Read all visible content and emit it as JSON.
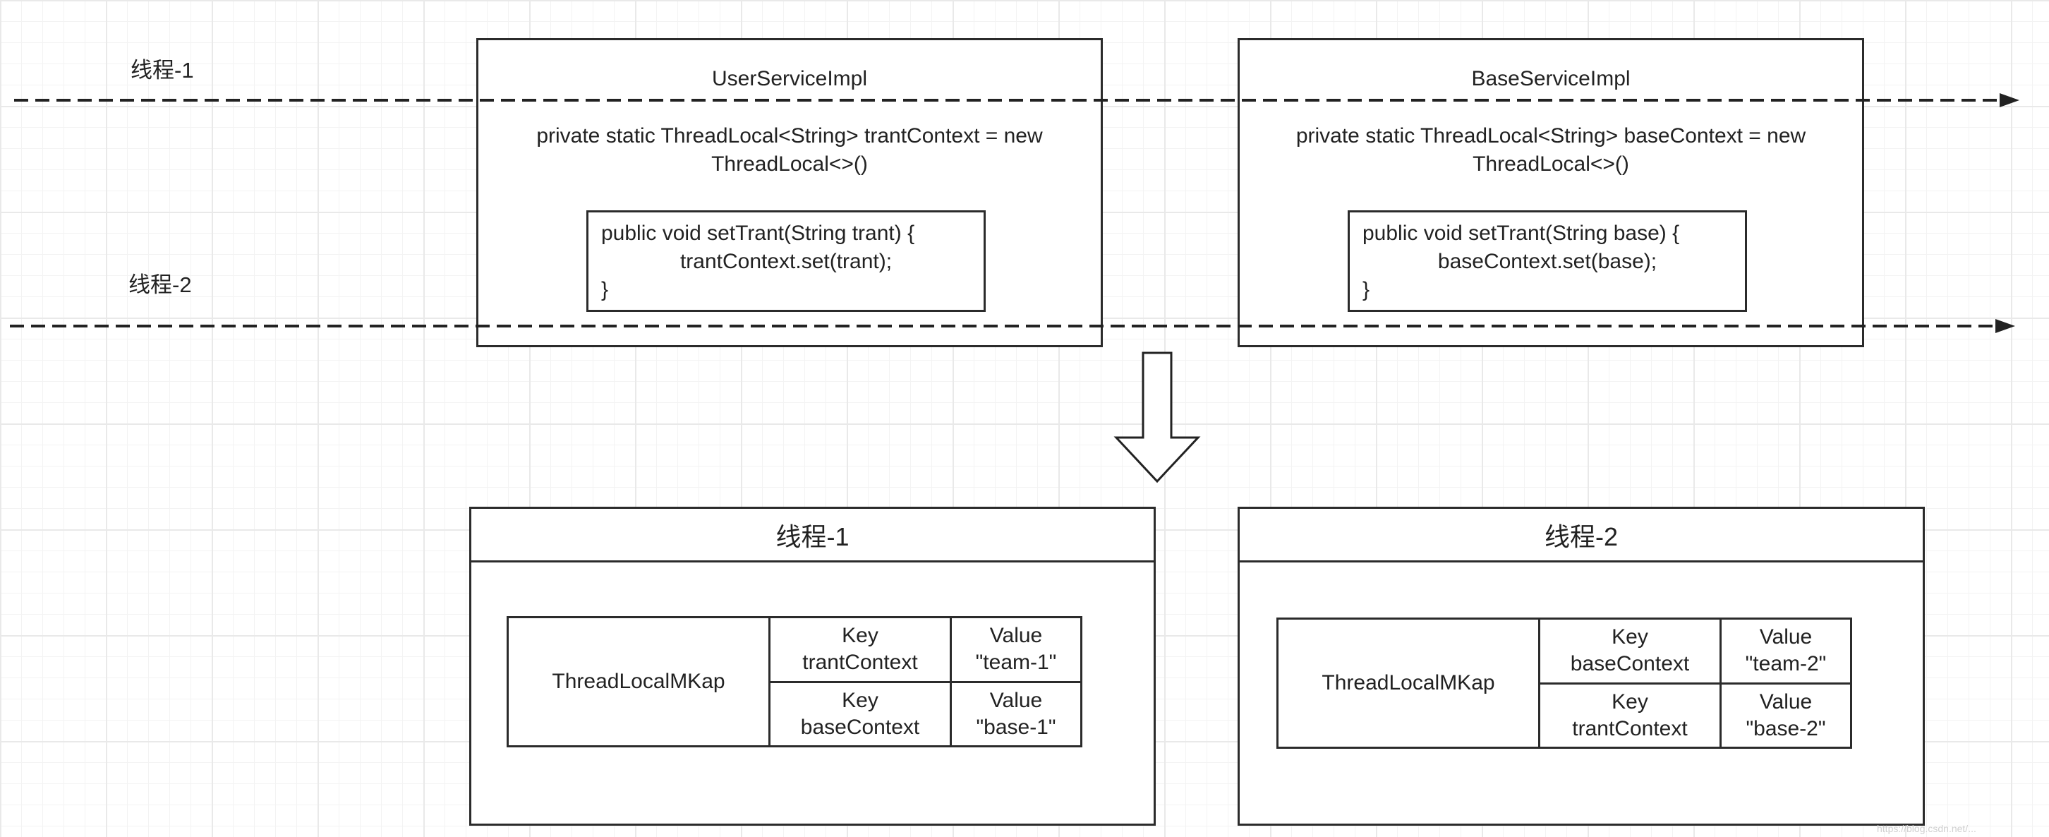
{
  "threads": {
    "thread1_label": "线程-1",
    "thread2_label": "线程-2"
  },
  "user_service": {
    "title": "UserServiceImpl",
    "decl_line1": "private static ThreadLocal<String> trantContext = new",
    "decl_line2": "ThreadLocal<>()",
    "method_line1": "public void setTrant(String trant) {",
    "method_line2": "trantContext.set(trant);",
    "method_line3": "}"
  },
  "base_service": {
    "title": "BaseServiceImpl",
    "decl_line1": "private static ThreadLocal<String> baseContext = new",
    "decl_line2": "ThreadLocal<>()",
    "method_line1": "public void setTrant(String base) {",
    "method_line2": "baseContext.set(base);",
    "method_line3": "}"
  },
  "panel1": {
    "header": "线程-1",
    "map_label": "ThreadLocalMKap",
    "rows": [
      {
        "key_label": "Key",
        "key": "trantContext",
        "value_label": "Value",
        "value": "\"team-1\""
      },
      {
        "key_label": "Key",
        "key": "baseContext",
        "value_label": "Value",
        "value": "\"base-1\""
      }
    ]
  },
  "panel2": {
    "header": "线程-2",
    "map_label": "ThreadLocalMKap",
    "rows": [
      {
        "key_label": "Key",
        "key": "baseContext",
        "value_label": "Value",
        "value": "\"team-2\""
      },
      {
        "key_label": "Key",
        "key": "trantContext",
        "value_label": "Value",
        "value": "\"base-2\""
      }
    ]
  },
  "watermark": "https://blog.csdn.net/..."
}
